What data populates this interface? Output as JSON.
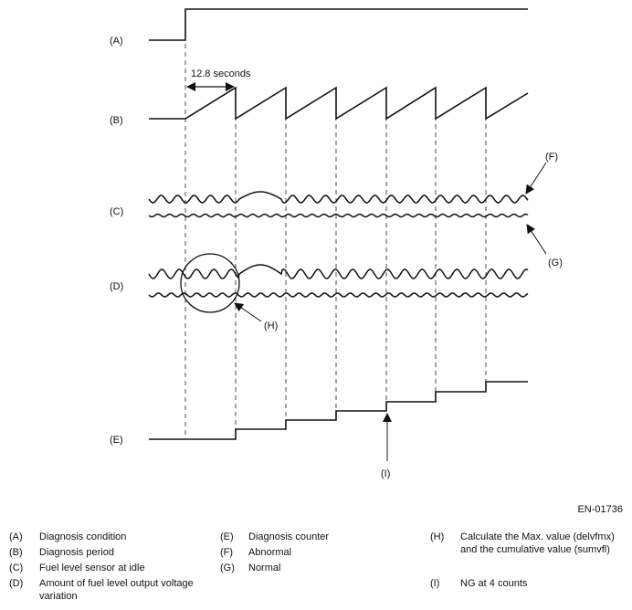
{
  "signal_labels": {
    "a": "(A)",
    "b": "(B)",
    "c": "(C)",
    "d": "(D)",
    "e": "(E)"
  },
  "callouts": {
    "f": "(F)",
    "g": "(G)",
    "h": "(H)",
    "i": "(I)"
  },
  "period_annotation": "12.8 seconds",
  "figure_id": "EN-01736",
  "legend": [
    {
      "code": "(A)",
      "text": "Diagnosis condition"
    },
    {
      "code": "(B)",
      "text": "Diagnosis period"
    },
    {
      "code": "(C)",
      "text": "Fuel level sensor at idle"
    },
    {
      "code": "(D)",
      "text": "Amount of fuel level output voltage variation"
    },
    {
      "code": "(E)",
      "text": "Diagnosis counter"
    },
    {
      "code": "(F)",
      "text": "Abnormal"
    },
    {
      "code": "(G)",
      "text": "Normal"
    },
    {
      "code": "(H)",
      "text": "Calculate the Max. value (delvfmx) and the cumulative value (sumvfl)"
    },
    {
      "code": "(I)",
      "text": "NG at 4 counts"
    }
  ]
}
